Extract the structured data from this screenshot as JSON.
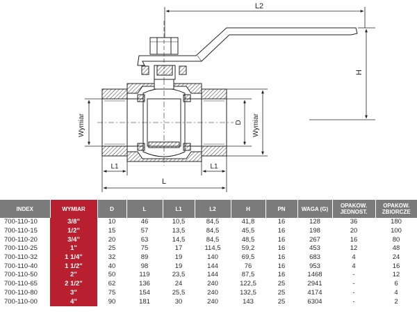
{
  "drawing": {
    "labels": {
      "l2": "L2",
      "h": "H",
      "d": "D",
      "wymiar_left": "Wymiar",
      "wymiar_right": "Wymiar",
      "l1_left": "L1",
      "l1_right": "L1",
      "l": "L"
    }
  },
  "table": {
    "headers": [
      "INDEX",
      "WYMIAR",
      "D",
      "L",
      "L1",
      "L2",
      "H",
      "PN",
      "WAGA (G)",
      "OPAKOW. JEDNOST.",
      "OPAKOW. ZBIORCZE"
    ],
    "rows": [
      [
        "700-110-10",
        "3/8\"",
        "10",
        "46",
        "10,5",
        "84,5",
        "41,8",
        "16",
        "128",
        "36",
        "180"
      ],
      [
        "700-110-15",
        "1/2\"",
        "15",
        "57",
        "13,5",
        "84,5",
        "45,5",
        "16",
        "198",
        "20",
        "100"
      ],
      [
        "700-110-20",
        "3/4\"",
        "20",
        "63",
        "14,5",
        "84,5",
        "48,5",
        "16",
        "267",
        "16",
        "80"
      ],
      [
        "700-110-25",
        "1\"",
        "25",
        "75",
        "17",
        "114,5",
        "59,2",
        "16",
        "453",
        "12",
        "48"
      ],
      [
        "700-110-32",
        "1 1/4\"",
        "32",
        "89",
        "19",
        "140",
        "69,5",
        "16",
        "683",
        "4",
        "24"
      ],
      [
        "700-110-40",
        "1 1/2\"",
        "40",
        "98",
        "19",
        "144",
        "76",
        "16",
        "953",
        "4",
        "16"
      ],
      [
        "700-110-50",
        "2\"",
        "50",
        "119",
        "23,5",
        "144",
        "87,5",
        "16",
        "1468",
        "-",
        "12"
      ],
      [
        "700-110-65",
        "2 1/2\"",
        "62",
        "136",
        "24",
        "240",
        "122,5",
        "25",
        "2941",
        "-",
        "6"
      ],
      [
        "700-110-80",
        "3\"",
        "75",
        "154",
        "25,5",
        "240",
        "132,5",
        "25",
        "4174",
        "-",
        "4"
      ],
      [
        "700-110-00",
        "4\"",
        "90",
        "181",
        "30",
        "240",
        "143",
        "25",
        "6304",
        "-",
        "2"
      ]
    ]
  }
}
